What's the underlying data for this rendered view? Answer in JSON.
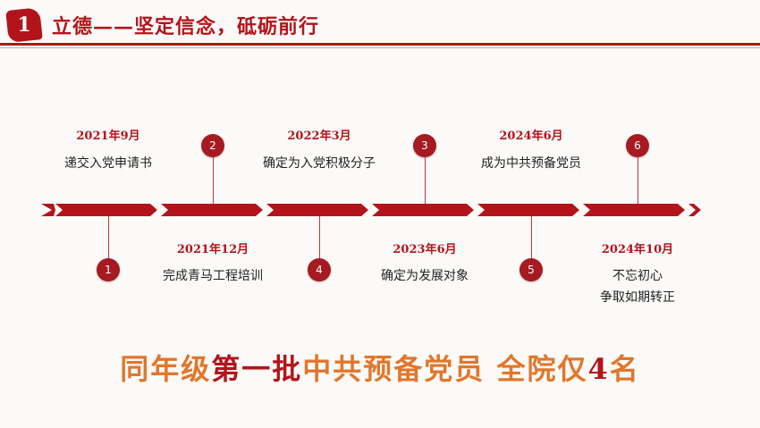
{
  "header": {
    "badge_number": "1",
    "title": "立德——坚定信念，砥砺前行"
  },
  "milestones": [
    {
      "number": "1",
      "date": "2021年9月",
      "text": "递交入党申请书"
    },
    {
      "number": "2",
      "date": "2021年12月",
      "text": "完成青马工程培训"
    },
    {
      "number": "3",
      "date": "2022年3月",
      "text": "确定为入党积极分子"
    },
    {
      "number": "4",
      "date": "2023年6月",
      "text": "确定为发展对象"
    },
    {
      "number": "5",
      "date": "2024年6月",
      "text": "成为中共预备党员"
    },
    {
      "number": "6",
      "date": "2024年10月",
      "text_line1": "不忘初心",
      "text_line2": "争取如期转正"
    }
  ],
  "slogan": {
    "part1": "同年级",
    "part2": "第一批",
    "part3": "中共预备党员 全院仅",
    "part4": "4",
    "part5": "名"
  },
  "colors": {
    "brand_red": "#b3141b",
    "slogan_orange": "#e0772d",
    "background": "#fbfaf8"
  }
}
